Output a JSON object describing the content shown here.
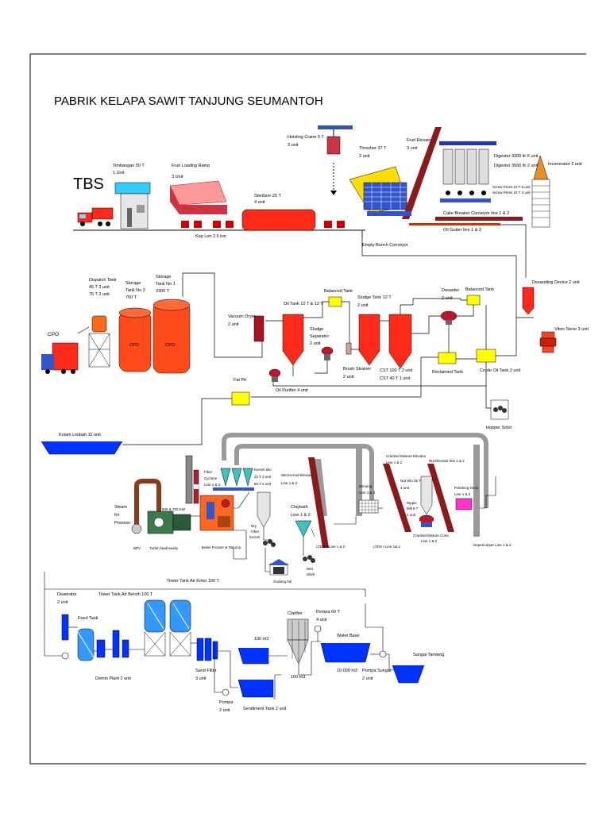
{
  "title": "PABRIK KELAPA SAWIT TANJUNG SEUMANTOH",
  "labels": {
    "tbs": "TBS",
    "timbangan": "Timbangan 50 T",
    "timbangan_unit": "1 Unit",
    "loading_ramp": "Fruit Loading Ramp",
    "loading_ramp_unit": "3 Unit",
    "kap_lori": "Kap Lori 2.5 ton",
    "sterilizer": "Sterilizer 25 T",
    "sterilizer_unit": "4 unit",
    "hoisting": "Hoisting Crane 5 T",
    "hoisting_unit": "3 unit",
    "thresher": "Thresher 37 T",
    "thresher_unit": "3 unit",
    "fruit_elevator": "Fruit Elevator",
    "fruit_elevator_unit": "3 unit",
    "digester1": "Digester 3200 ltr 6 unit",
    "digester2": "Digester 3500 ltr 2 unit",
    "screw1": "Screw Press 10 T 6 unit",
    "screw2": "Screw Press 15 T 2 unit",
    "incenerator": "Incenerator 2 unit",
    "cake_breaker": "Cake Breaker Conveyor line 1 & 2",
    "oil_gutter": "Oil Gutter line 1 & 2",
    "empty_bunch": "Empty Bunch Conveyor",
    "desanding": "Desanding Device 2 unit",
    "vibro1": "Vibro Sieve 3 unit",
    "dispatch1": "Dispatch Tank",
    "dispatch2": "45 T 2 unit",
    "dispatch3": "75 T 2 unit",
    "storage2a": "Storage",
    "storage2b": "Tank No 2",
    "storage2c": "700 T",
    "storage1a": "Storage",
    "storage1b": "Tank No 1",
    "storage1c": "2300 T",
    "cpo_left": "CPO",
    "cpo_tank": "CPO",
    "vacuum": "Vacuum Dryer",
    "vacuum_unit": "2 unit",
    "oil_tank": "Oil Tank 10 T & 12 T",
    "balanced1": "Balanced Tank",
    "sludge_tank": "Sludge Tank 12 T",
    "sludge_tank_unit": "2 unit",
    "desanter": "Desanter",
    "desanter_unit": "2 unit",
    "balanced2": "Balanced Tank",
    "sludge_sep1": "Sludge",
    "sludge_sep2": "Separator",
    "sludge_sep3": "2 unit",
    "brush1": "Brush Strainer",
    "brush2": "2 unit",
    "cst1": "CST 100 T 2 unit",
    "cst2": "CST 40 T 1 unit",
    "reclaimed": "Reclaimed Tank",
    "crude_oil": "Crude Oil Tank 2 unit",
    "fat_pit": "Fat Pit",
    "oil_purifier": "Oil Purifier 4 unit",
    "hopper_solid": "Hopper Solid",
    "kolam": "Kolam Limbah 11 unit",
    "fibre1": "Fiber",
    "fibre2": "Cyclone",
    "fibre3": "Line 1 & 2",
    "kernel_silo1": "Kernel Silo",
    "kernel_silo2": "22 T 2 unit",
    "kernel_silo3": "50 T 2 unit",
    "wet_kernel1": "Wet Kernel Elevator",
    "wet_kernel2": "Line 1 & 2",
    "claybath1": "Claybath",
    "claybath2": "Line 1 & 2",
    "ltds2": "LTDS II Line 1 & 2",
    "winoing1": "Winoing",
    "winoing2": "Line 1 & 2",
    "ltds1": "LTDS I Line 1& 2",
    "cracked1": "Cracked Mixture Elevator",
    "cracked2": "Line 1 & 2",
    "nut_silo1": "Nut Silo 45 T",
    "nut_silo2": "4 unit",
    "ripple1": "Ripple",
    "ripple2": "Mill 6 T",
    "ripple3": "4 unit",
    "cracked_conv1": "Cracked Mixture Conv.",
    "cracked_conv2": "Line 1 & 2",
    "nut_elev1": "Nut Elevator line 1 & 2",
    "polishing1": "Polishing Drum",
    "polishing2": "Line 1 & 2",
    "depericarper": "Depericarper Line 1 & 2",
    "steam1": "Steam",
    "steam2": "for",
    "steam3": "Process",
    "bpv": "BPV",
    "turbin": "Turbin Nadrowsky",
    "kw": "500 & 700 KW",
    "boiler": "Boiler Frosser & Takuma",
    "dry_fibre1": "Dry",
    "dry_fibre2": "Fibre",
    "dry_fibre3": "Kernel",
    "gudang": "Gudang Inti",
    "wet_shell1": "Wet",
    "wet_shell2": "Shell",
    "tower_kotor": "Tower Tank Air Kotor 100 T",
    "tower_bersih": "Tower Tank Air Bersih 100 T",
    "deaerator1": "Deaerator",
    "deaerator2": "2 unit",
    "feed_tank": "Feed Tank",
    "demin": "Demin Plant 2 unit",
    "sand1": "Sand Filter",
    "sand2": "3 unit",
    "pompa_a1": "Pompa",
    "pompa_a2": "2 unit",
    "sediment": "Sendiment Tank 2 unit",
    "m3_a": "100 m3",
    "m3_b": "100 m3",
    "clarifier": "Clarifier",
    "pompa60_1": "Pompa 60 T",
    "pompa60_2": "4 unit",
    "water_base": "Water Base",
    "m3_10000": "10.000 m3",
    "pompa_sungai1": "Pompa Sungai",
    "pompa_sungai2": "2 unit",
    "sungai": "Sungai Tamiang"
  },
  "colors": {
    "red": "#ff2a1a",
    "orange_tank": "#ff4a1a",
    "yellow": "#ffff00",
    "blue": "#0000ff",
    "gray_pipe": "#9a9a9a",
    "conveyor_brown": "#8b1a1a",
    "teal": "#40c0c0"
  }
}
